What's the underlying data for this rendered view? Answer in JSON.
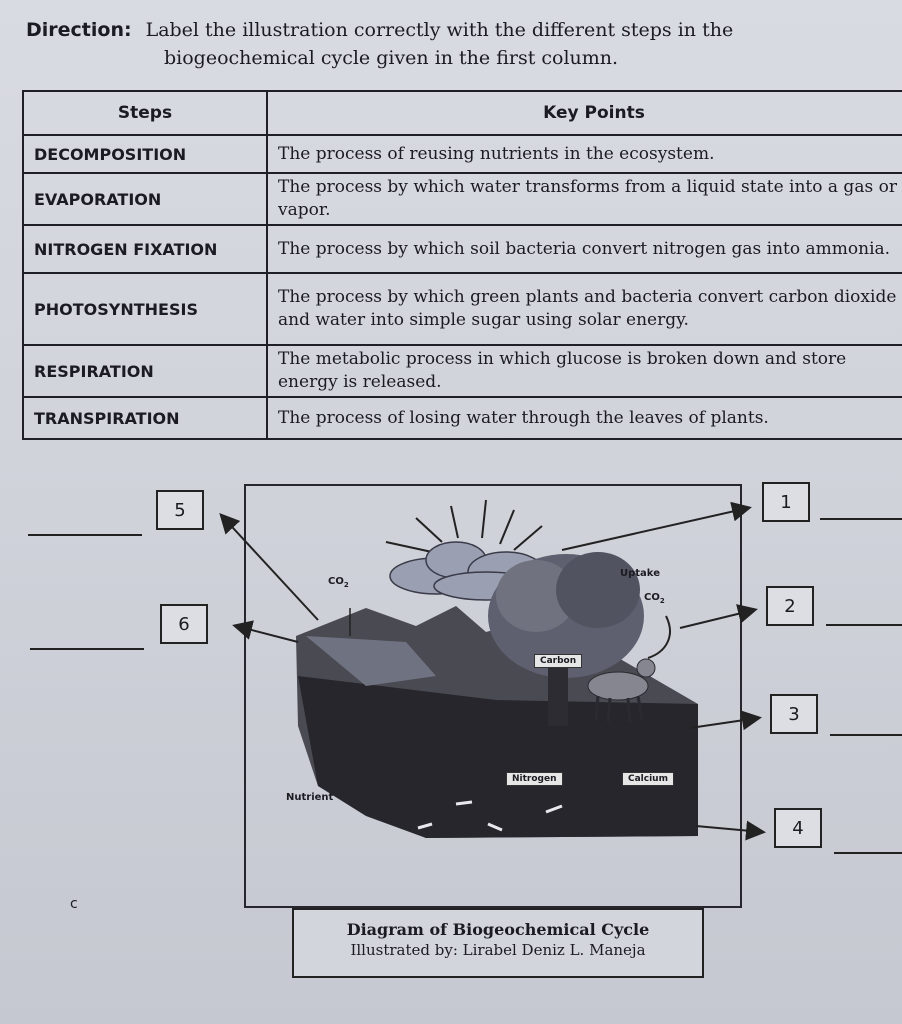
{
  "direction": {
    "lead": "Direction:",
    "line1": "Label the illustration correctly with the different steps in the",
    "line2": "biogeochemical cycle given in the first column."
  },
  "table": {
    "headers": [
      "Steps",
      "Key Points"
    ],
    "rows": [
      {
        "step": "DECOMPOSITION",
        "key": "The process of reusing nutrients in the ecosystem."
      },
      {
        "step": "EVAPORATION",
        "key": "The process by which water transforms from a liquid state into a gas or vapor."
      },
      {
        "step": "NITROGEN FIXATION",
        "key": "The process by which soil bacteria convert nitrogen gas into ammonia."
      },
      {
        "step": "PHOTOSYNTHESIS",
        "key": "The process by which green plants and bacteria convert carbon dioxide and water into simple sugar using solar energy."
      },
      {
        "step": "RESPIRATION",
        "key": "The metabolic process in which glucose is broken down and store energy is released."
      },
      {
        "step": "TRANSPIRATION",
        "key": "The process of losing water through the leaves of plants."
      }
    ]
  },
  "diagram": {
    "labels": {
      "co2_left": "CO",
      "co2_right": "CO",
      "co2_sub": "2",
      "uptake": "Uptake",
      "carbon": "Carbon",
      "nitrogen": "Nitrogen",
      "calcium": "Calcium",
      "nutrient": "Nutrient"
    },
    "boxes": [
      "1",
      "2",
      "3",
      "4",
      "5",
      "6"
    ]
  },
  "caption": {
    "title": "Diagram of Biogeochemical Cycle",
    "credit": "Illustrated by: Lirabel Deniz L. Maneja"
  },
  "stray_mark": "c"
}
